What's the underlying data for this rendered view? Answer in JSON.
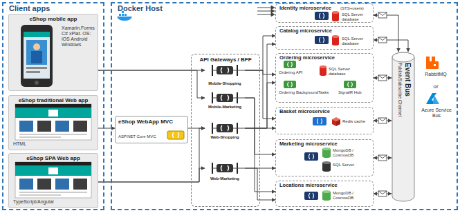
{
  "diagram": {
    "nodes": [
      {
        "text": [
          "Client apps"
        ]
      },
      {
        "text": [
          "eShop mobile app",
          "Xamarin.Forms C# xPlat. OS: iOS Android Windows"
        ],
        "in": 0
      },
      {
        "text": [
          "eShop traditional Web app",
          "HTML"
        ],
        "in": 0
      },
      {
        "text": [
          "eShop SPA Web app",
          "TypeScript/Angular"
        ],
        "in": 0
      },
      {
        "text": [
          "Docker Host"
        ]
      },
      {
        "text": [
          "eShop WebApp MVC",
          "ASP.NET Core MVC"
        ],
        "in": 4
      },
      {
        "text": [
          "API Gateways / BFF"
        ],
        "in": 4
      },
      {
        "text": [
          "Mobile-Shopping"
        ],
        "in": 6
      },
      {
        "text": [
          "Mobile-Marketing"
        ],
        "in": 6
      },
      {
        "text": [
          "Web-Shopping"
        ],
        "in": 6
      },
      {
        "text": [
          "Web-Marketing"
        ],
        "in": 6
      },
      {
        "text": [
          "Identity microservice",
          "(STS+users)",
          "SQL Server database"
        ],
        "in": 4
      },
      {
        "text": [
          "Catalog microservice",
          "SQL Server database"
        ],
        "in": 4
      },
      {
        "text": [
          "Ordering microservice",
          "Ordering API",
          "Ordering BackgroundTasks",
          "SQL Server database",
          "SignalR Hub"
        ],
        "in": 4
      },
      {
        "text": [
          "Basket microservice",
          "Redis cache"
        ],
        "in": 4
      },
      {
        "text": [
          "Marketing microservice",
          "MongoDB / CosmosDB",
          "SQL Server"
        ],
        "in": 4
      },
      {
        "text": [
          "Locations microservice",
          "MongoDB / CosmosDB"
        ],
        "in": 4
      },
      {
        "text": [
          "Event Bus",
          "Publish/Subscribe Channel"
        ],
        "in": 4
      }
    ],
    "edges": [
      {
        "from": 1,
        "to": 7,
        "arrow": "to"
      },
      {
        "from": 1,
        "to": 8,
        "arrow": "to"
      },
      {
        "from": 2,
        "to": 5,
        "arrow": "to"
      },
      {
        "from": 5,
        "to": 9,
        "arrow": "to"
      },
      {
        "from": 3,
        "to": 9,
        "arrow": "to"
      },
      {
        "from": 3,
        "to": 10,
        "arrow": "to"
      },
      {
        "from": 7,
        "to": 12,
        "arrow": "to"
      },
      {
        "from": 7,
        "to": 13,
        "arrow": "to"
      },
      {
        "from": 7,
        "to": 14,
        "arrow": "to"
      },
      {
        "from": 9,
        "to": 12,
        "arrow": "to"
      },
      {
        "from": 9,
        "to": 13,
        "arrow": "to"
      },
      {
        "from": 9,
        "to": 14,
        "arrow": "to"
      },
      {
        "from": 8,
        "to": 15,
        "arrow": "to"
      },
      {
        "from": 8,
        "to": 16,
        "arrow": "to"
      },
      {
        "from": 10,
        "to": 15,
        "arrow": "to"
      },
      {
        "from": 10,
        "to": 16,
        "arrow": "to"
      },
      {
        "from": 11,
        "to": 17,
        "arrow": "both"
      },
      {
        "from": 12,
        "to": 17,
        "arrow": "both"
      },
      {
        "from": 13,
        "to": 17,
        "arrow": "both"
      },
      {
        "from": 14,
        "to": 17,
        "arrow": "both"
      },
      {
        "from": 15,
        "to": 17,
        "arrow": "both"
      },
      {
        "from": 16,
        "to": 17,
        "arrow": "both"
      }
    ],
    "labels": [
      "RabbitMQ",
      "or",
      "Azure Service Bus"
    ]
  }
}
